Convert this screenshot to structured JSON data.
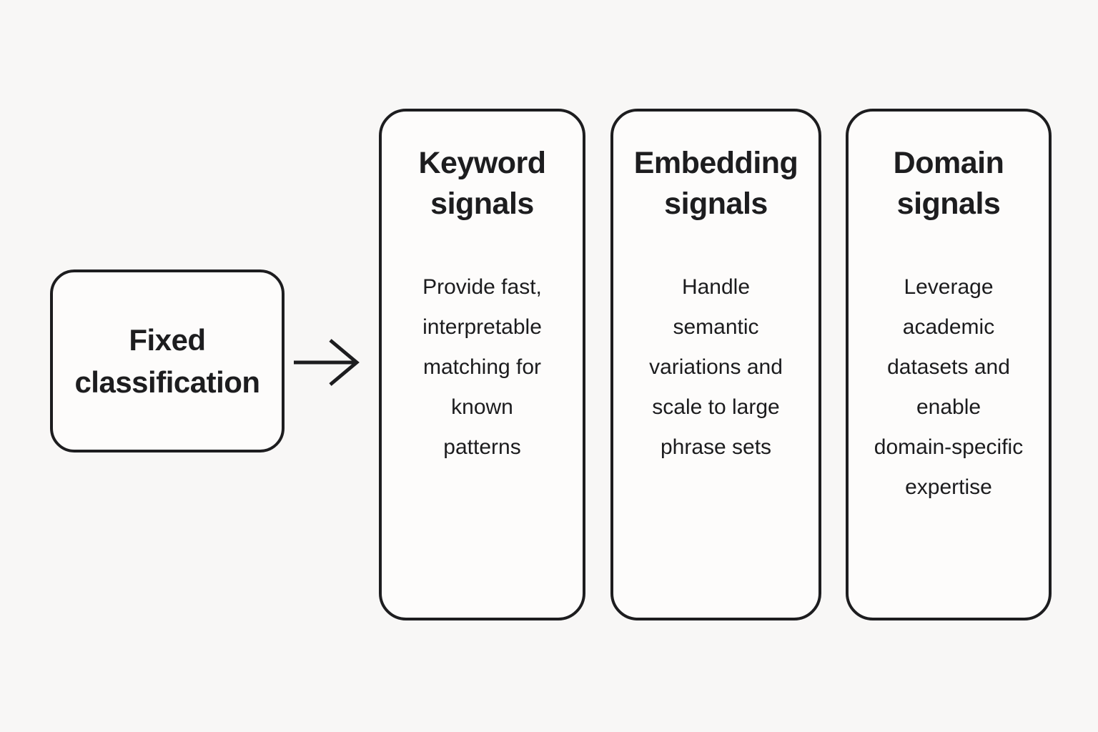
{
  "diagram": {
    "colors": {
      "background": "#f8f7f6",
      "box_fill": "#fdfcfb",
      "stroke": "#1d1d1f",
      "text": "#1d1d1f"
    },
    "source": {
      "label": "Fixed\nclassification"
    },
    "arrow": {
      "glyph": "→",
      "direction": "right"
    },
    "columns": [
      {
        "title": "Keyword\nsignals",
        "body": "Provide fast,\ninterpretable\nmatching for\nknown\npatterns"
      },
      {
        "title": "Embedding\nsignals",
        "body": "Handle\nsemantic\nvariations and\nscale to large\nphrase sets"
      },
      {
        "title": "Domain\nsignals",
        "body": "Leverage\nacademic\ndatasets and\nenable\ndomain-specific\nexpertise"
      }
    ]
  }
}
